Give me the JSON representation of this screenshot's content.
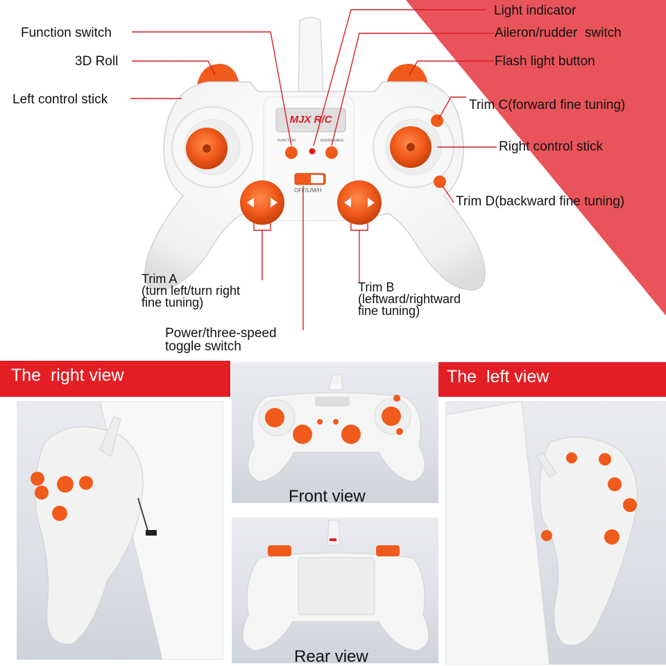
{
  "callouts": {
    "light_indicator": "Light indicator",
    "function_switch": "Function switch",
    "aileron_rudder_switch": "Aileron/rudder  switch",
    "roll_3d": "3D Roll",
    "flash_light_button": "Flash light button",
    "left_control_stick": "Left control stick",
    "trim_c": "Trim C(forward fine tuning)",
    "right_control_stick": "Right control stick",
    "trim_d": "Trim D(backward fine tuning)",
    "trim_a": "Trim A\n(turn left/turn right\nfine tuning)",
    "trim_b": "Trim B\n(leftward/rightward\nfine tuning)",
    "power_switch": "Power/three-speed\ntoggle switch"
  },
  "device": {
    "brand_logo": "MJX R/C",
    "button_label_left": "FUNCTION",
    "button_label_right": "RUDDER/AILE",
    "switch_label": "OFF/L/M/H"
  },
  "sections": {
    "right_view": "The  right view",
    "left_view": "The  left view",
    "front_view": "Front view",
    "rear_view": "Rear view"
  },
  "colors": {
    "accent_red": "#e31e24",
    "corner_red": "#e8545a",
    "button_orange": "#f05a1a",
    "body_white": "#f4f4f4"
  }
}
